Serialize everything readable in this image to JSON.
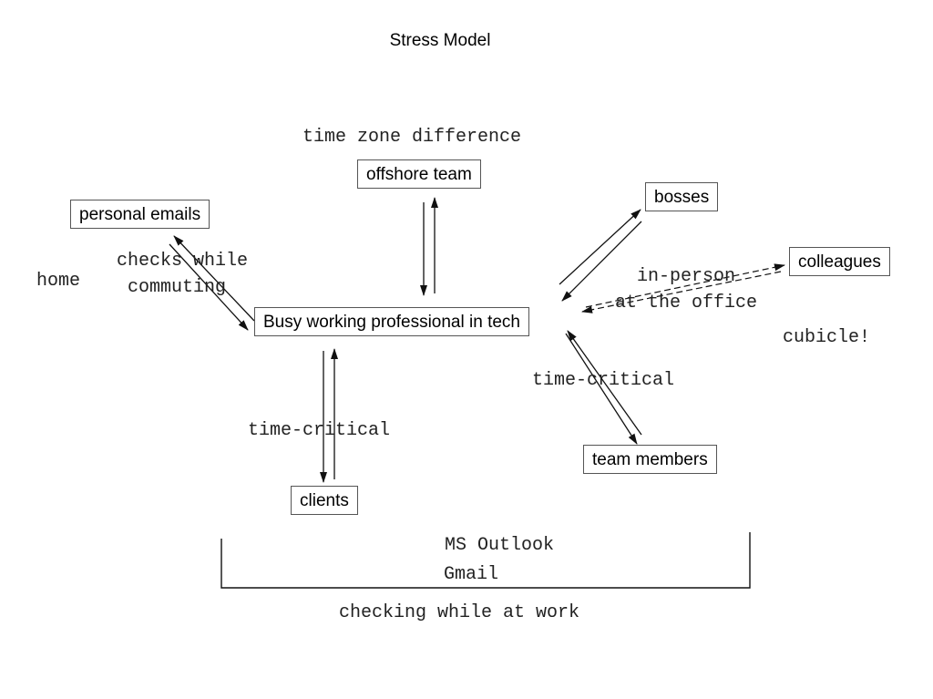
{
  "title": "Stress Model",
  "nodes": {
    "center": "Busy working professional in tech",
    "offshore_team": "offshore team",
    "personal_emails": "personal emails",
    "bosses": "bosses",
    "colleagues": "colleagues",
    "team_members": "team members",
    "clients": "clients"
  },
  "notes": {
    "time_zone": "time zone difference",
    "home": "home",
    "checks_while_commuting": "checks while\n commuting",
    "in_person": "  in-person\nat the office",
    "cubicle": "cubicle!",
    "time_critical_team": "time-critical",
    "time_critical_clients": "time-critical",
    "ms_outlook": "MS Outlook",
    "gmail": "Gmail",
    "checking_at_work": "checking while at work"
  }
}
